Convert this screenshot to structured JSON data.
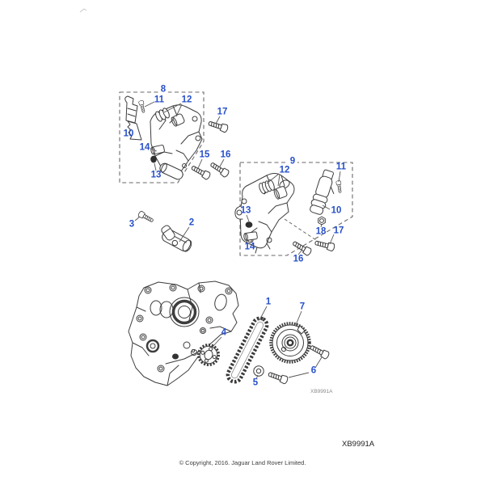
{
  "figure": {
    "code": "XB9991A",
    "code_small": "XB9991A",
    "copyright": "© Copyright, 2016. Jaguar Land Rover Limited."
  },
  "colors": {
    "callout_blue": "#2750c9",
    "line_art": "#3d3d3d",
    "background": "#ffffff"
  },
  "callouts": [
    {
      "id": "8",
      "label": "8"
    },
    {
      "id": "11a",
      "label": "11"
    },
    {
      "id": "12a",
      "label": "12"
    },
    {
      "id": "10a",
      "label": "10"
    },
    {
      "id": "14a",
      "label": "14"
    },
    {
      "id": "13a",
      "label": "13"
    },
    {
      "id": "17a",
      "label": "17"
    },
    {
      "id": "15",
      "label": "15"
    },
    {
      "id": "16a",
      "label": "16"
    },
    {
      "id": "9",
      "label": "9"
    },
    {
      "id": "12b",
      "label": "12"
    },
    {
      "id": "11b",
      "label": "11"
    },
    {
      "id": "13b",
      "label": "13"
    },
    {
      "id": "10b",
      "label": "10"
    },
    {
      "id": "14b",
      "label": "14"
    },
    {
      "id": "18",
      "label": "18"
    },
    {
      "id": "17b",
      "label": "17"
    },
    {
      "id": "16b",
      "label": "16"
    },
    {
      "id": "3",
      "label": "3"
    },
    {
      "id": "2",
      "label": "2"
    },
    {
      "id": "4",
      "label": "4"
    },
    {
      "id": "1",
      "label": "1"
    },
    {
      "id": "7",
      "label": "7"
    },
    {
      "id": "5",
      "label": "5"
    },
    {
      "id": "6",
      "label": "6"
    }
  ]
}
